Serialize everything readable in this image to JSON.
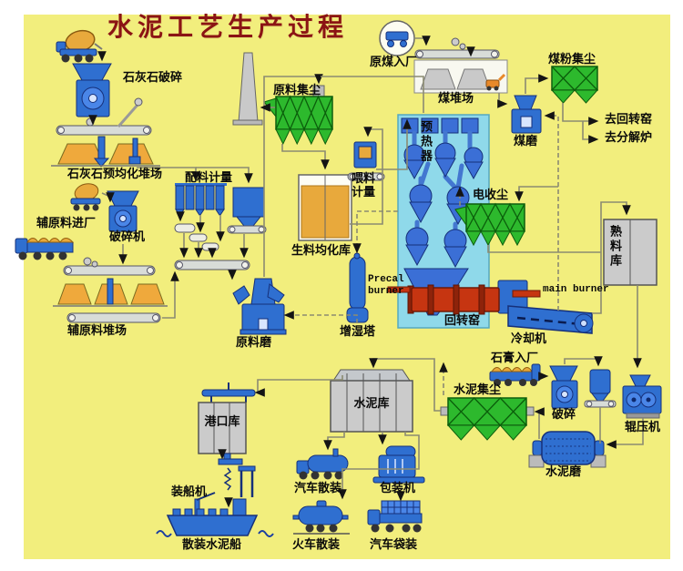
{
  "title": "水泥工艺生产过程",
  "colors": {
    "background": "#F2EE7D",
    "title_red": "#8B1414",
    "equipment_blue": "#2F6FD0",
    "filter_green": "#2DB92D",
    "kiln_red": "#C63511",
    "material_orange": "#E8A93C",
    "silo_gray": "#CBCBCB",
    "preheater_cyan": "#8FD9EA"
  },
  "labels": {
    "limestone_crushing": "石灰石破碎",
    "limestone_yard": "石灰石预均化堆场",
    "batching": "配料计量",
    "aux_material_in": "辅原料进厂",
    "crusher": "破碎机",
    "aux_material_yard": "辅原料堆场",
    "raw_material_dust": "原料集尘",
    "raw_meal_silo": "生料均化库",
    "raw_mill": "原料磨",
    "feed_metering": "喂料计量",
    "raw_coal_in": "原煤入厂",
    "coal_yard": "煤堆场",
    "coal_dust": "煤粉集尘",
    "coal_mill": "煤磨",
    "to_rotary_kiln": "去回转窑",
    "to_calciner": "去分解炉",
    "preheater": "预热器",
    "esp": "电收尘",
    "clinker_silo": "熟料库",
    "precal_burner": "Precal burner",
    "main_burner": "main burner",
    "rotary_kiln": "回转窑",
    "cooler": "冷却机",
    "humidify_tower": "增湿塔",
    "gypsum_in": "石膏入厂",
    "cement_dust": "水泥集尘",
    "crushing": "破碎",
    "roller_press": "辊压机",
    "cement_mill": "水泥磨",
    "cement_silo": "水泥库",
    "port_silo": "港口库",
    "ship_loader": "装船机",
    "bulk_cement_ship": "散装水泥船",
    "truck_bulk": "汽车散装",
    "train_bulk": "火车散装",
    "packing_machine": "包装机",
    "truck_bag": "汽车袋装"
  }
}
